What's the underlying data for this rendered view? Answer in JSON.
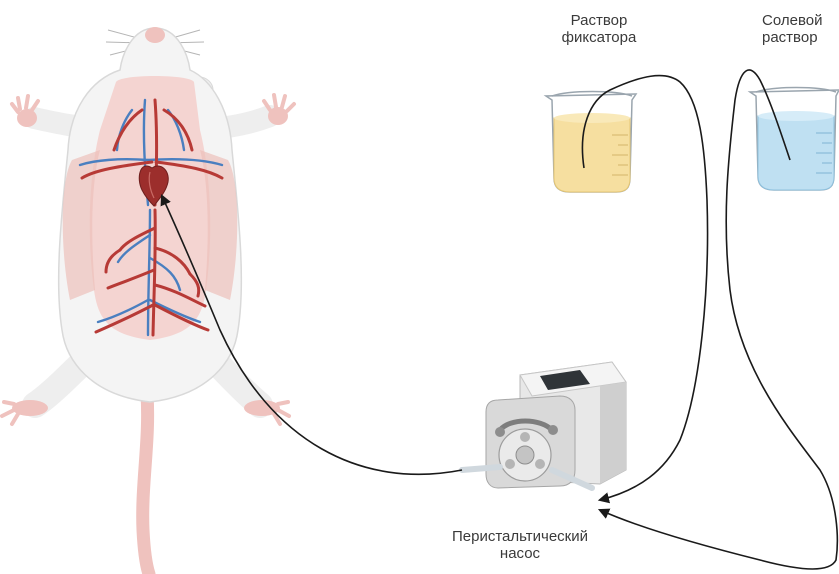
{
  "labels": {
    "fixative": [
      "Раствор",
      "фиксатора"
    ],
    "saline": [
      "Солевой",
      "раствор"
    ],
    "pump": [
      "Перистальтический",
      "насос"
    ]
  },
  "colors": {
    "fixative_liquid": "#f6dfa0",
    "saline_liquid": "#bfe0f2",
    "artery": "#b73a36",
    "vein": "#4a7fc0",
    "tubing": "#1a1a1a",
    "rat_fur": "#f3f3f3",
    "rat_skin": "#f1c7c3"
  },
  "icons": {
    "subject": "rat-icon",
    "heart": "heart-icon",
    "pump": "peristaltic-pump-icon",
    "beaker": "beaker-icon"
  }
}
